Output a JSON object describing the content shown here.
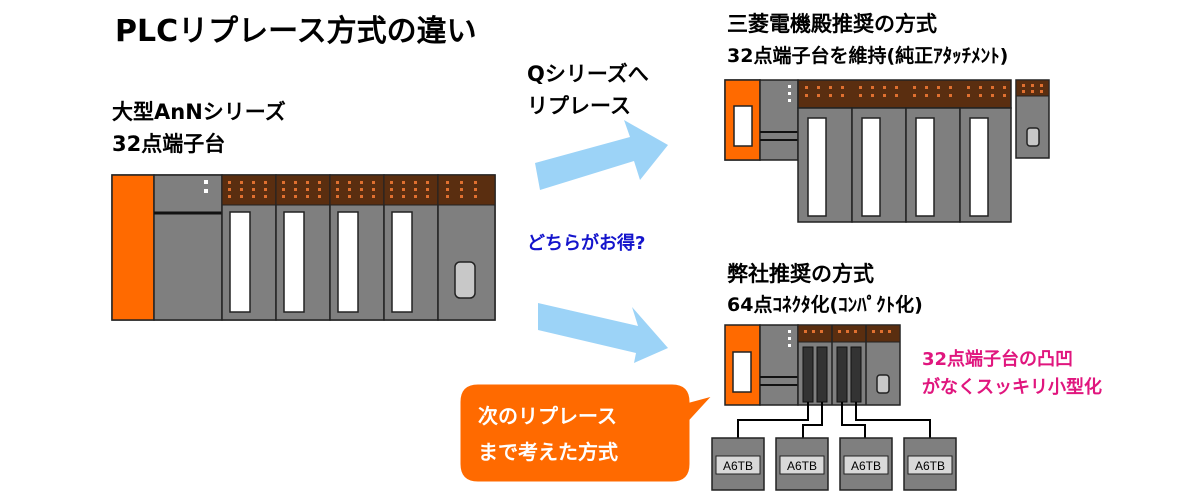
{
  "title": "PLCリプレース方式の違い",
  "left": {
    "line1": "大型AnNシリーズ",
    "line2": "32点端子台"
  },
  "arrow_label": {
    "line1": "Qシリーズへ",
    "line2": "リプレース"
  },
  "question": "どちらがお得?",
  "upper_method": {
    "line1": "三菱電機殿推奨の方式",
    "line2": "32点端子台を維持(純正ｱﾀｯﾁﾒﾝﾄ)"
  },
  "lower_method": {
    "line1": "弊社推奨の方式",
    "line2": "64点ｺﾈｸﾀ化(ｺﾝﾊﾟｸﾄ化)"
  },
  "benefit_note": {
    "line1": "32点端子台の凸凹",
    "line2": "がなくスッキリ小型化"
  },
  "callout": {
    "line1": "次のリプレース",
    "line2": "まで考えた方式"
  },
  "terminal_label": "A6TB",
  "terminal_blocks": [
    "A6TB",
    "A6TB",
    "A6TB",
    "A6TB"
  ],
  "colors": {
    "orange": "#FF6A00",
    "module_gray": "#7F7F7F",
    "dark_gray": "#595959",
    "led_strip": "#5A2E10",
    "arrow_blue": "#9CD3F7",
    "question_blue": "#1414CC",
    "note_magenta": "#E0167E"
  }
}
